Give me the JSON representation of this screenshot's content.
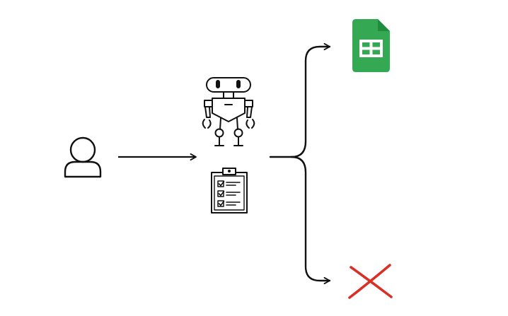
{
  "diagram": {
    "nodes": [
      {
        "id": "user",
        "icon": "user-icon"
      },
      {
        "id": "robot",
        "icon": "robot-icon"
      },
      {
        "id": "checklist",
        "icon": "clipboard-checklist-icon",
        "checked_items": 3
      },
      {
        "id": "spreadsheet",
        "icon": "google-sheets-icon"
      },
      {
        "id": "failure",
        "icon": "red-x-icon"
      }
    ],
    "edges": [
      {
        "from": "user",
        "to": "robot",
        "style": "arrow"
      },
      {
        "from": "robot",
        "to": "spreadsheet",
        "style": "brace-arrow"
      },
      {
        "from": "robot",
        "to": "failure",
        "style": "brace-arrow"
      }
    ]
  },
  "colors": {
    "stroke": "#111111",
    "sheets_green": "#34a853",
    "sheets_fold": "#1e8e3e",
    "sheets_grid": "#ffffff",
    "x_red": "#d93025",
    "background": "#ffffff"
  }
}
